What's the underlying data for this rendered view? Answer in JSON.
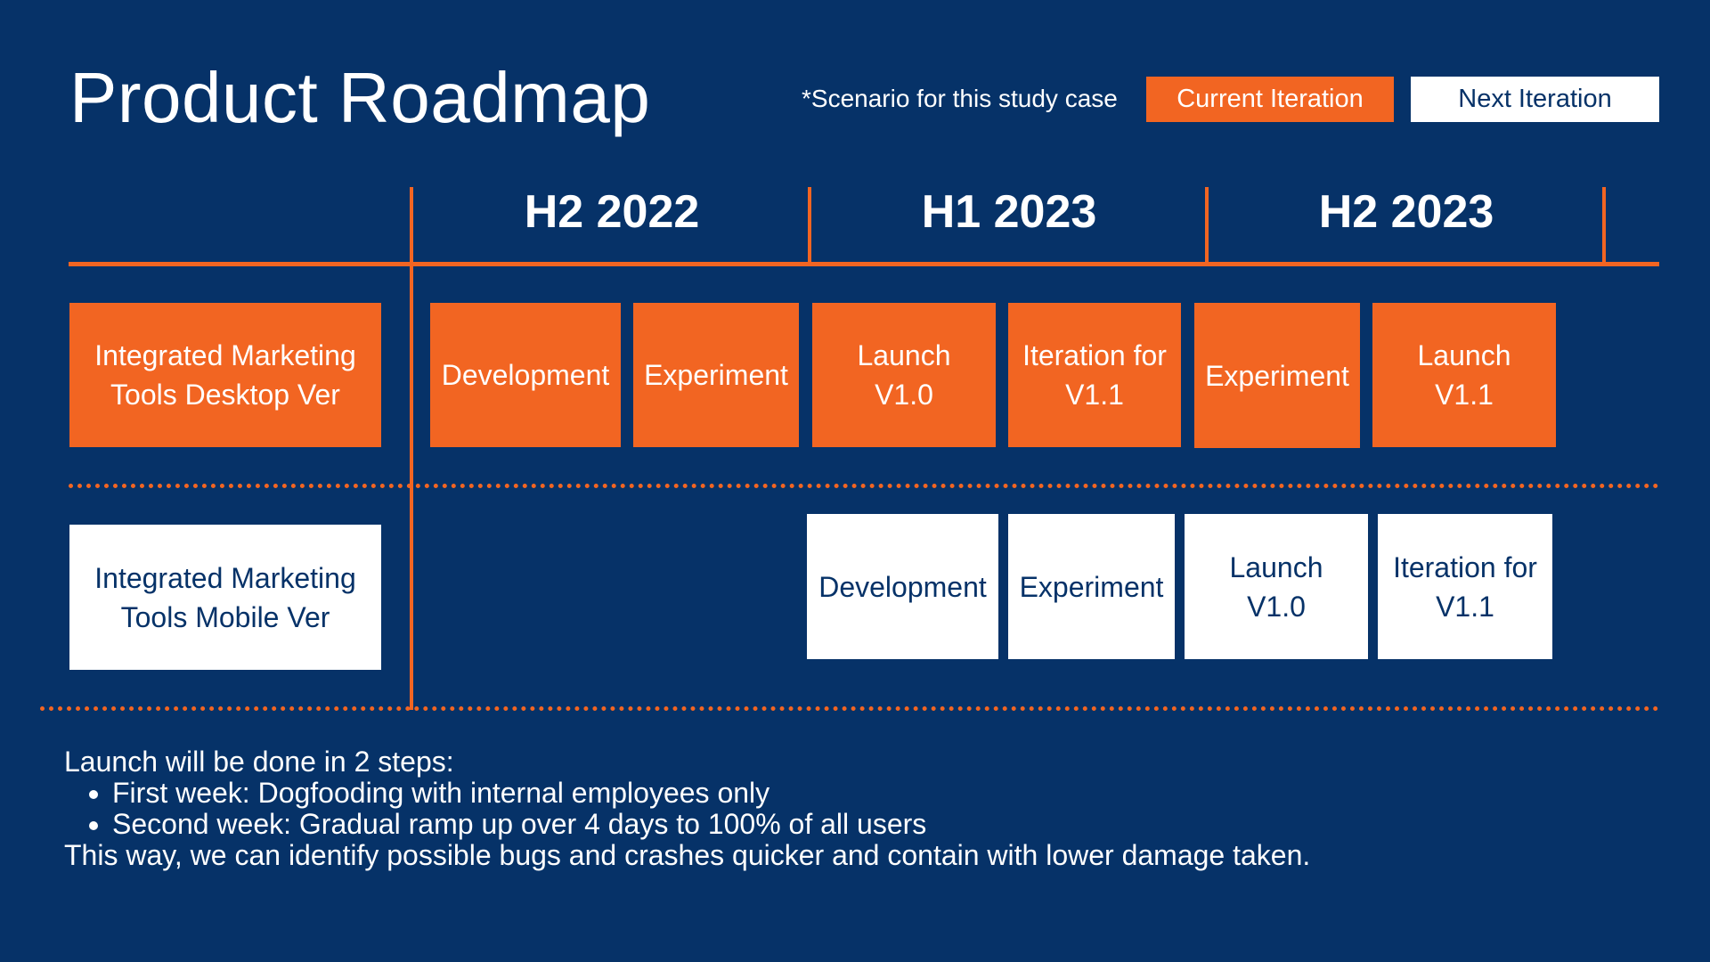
{
  "header": {
    "title": "Product Roadmap",
    "note": "*Scenario for this study case"
  },
  "legend": {
    "current": "Current Iteration",
    "next": "Next Iteration"
  },
  "periods": [
    "H2 2022",
    "H1 2023",
    "H2 2023"
  ],
  "rows": [
    {
      "label": "Integrated Marketing Tools Desktop Ver",
      "iteration": "current",
      "phases": [
        "Development",
        "Experiment",
        "Launch V1.0",
        "Iteration for V1.1",
        "Experiment",
        "Launch V1.1"
      ]
    },
    {
      "label": "Integrated Marketing Tools Mobile Ver",
      "iteration": "next",
      "phases": [
        "Development",
        "Experiment",
        "Launch V1.0",
        "Iteration for V1.1"
      ]
    }
  ],
  "notes": {
    "intro": "Launch will be done in 2 steps:",
    "bullets": [
      "First week: Dogfooding with internal employees only",
      "Second week: Gradual ramp up over 4 days to 100% of all users"
    ],
    "outro": "This way, we can identify possible bugs and crashes quicker and contain with lower damage taken."
  },
  "colors": {
    "background": "#063268",
    "current": "#f26522",
    "next": "#ffffff"
  }
}
